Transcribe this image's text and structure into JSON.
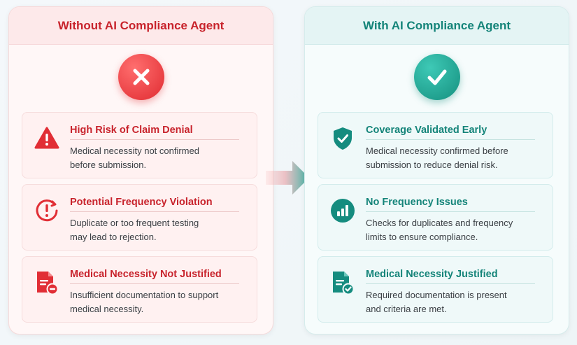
{
  "left_panel": {
    "title": "Without AI Compliance Agent",
    "icon": "x-icon",
    "color": "#c8232c",
    "cards": [
      {
        "icon": "warning-triangle-icon",
        "title": "High Risk of Claim Denial",
        "desc_line1": "Medical necessity not confirmed",
        "desc_line2": "before submission."
      },
      {
        "icon": "clock-alert-icon",
        "title": "Potential Frequency Violation",
        "desc_line1": "Duplicate or too frequent testing",
        "desc_line2": "may lead to rejection."
      },
      {
        "icon": "document-minus-icon",
        "title": "Medical Necessity Not Justified",
        "desc_line1": "Insufficient documentation to support",
        "desc_line2": "medical necessity."
      }
    ]
  },
  "right_panel": {
    "title": "With AI Compliance Agent",
    "icon": "check-icon",
    "color": "#148479",
    "cards": [
      {
        "icon": "shield-check-icon",
        "title": "Coverage Validated Early",
        "desc_line1": "Medical necessity confirmed before",
        "desc_line2": "submission to reduce denial risk."
      },
      {
        "icon": "bar-chart-icon",
        "title": "No Frequency Issues",
        "desc_line1": "Checks for duplicates and frequency",
        "desc_line2": "limits to ensure compliance."
      },
      {
        "icon": "document-check-icon",
        "title": "Medical Necessity Justified",
        "desc_line1": "Required documentation is present",
        "desc_line2": "and criteria are met."
      }
    ]
  },
  "arrow": {
    "icon": "arrow-right-icon"
  }
}
